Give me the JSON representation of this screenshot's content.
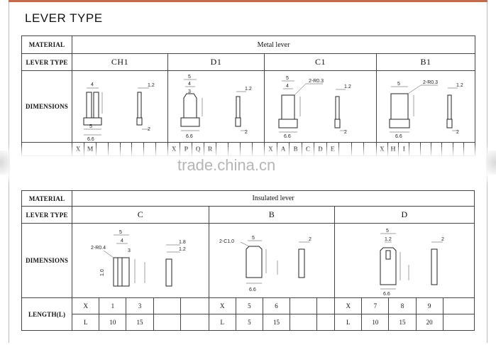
{
  "page_title": "LEVER TYPE",
  "watermark": "trade.china.cn",
  "top_table": {
    "material_label": "MATERIAL",
    "material_value": "Metal lever",
    "lever_type_label": "LEVER TYPE",
    "dimensions_label": "DIMENSIONS",
    "types": [
      "CH1",
      "D1",
      "C1",
      "B1"
    ],
    "codes": [
      [
        "X",
        "M",
        "",
        "",
        "",
        "",
        "",
        ""
      ],
      [
        "X",
        "P",
        "Q",
        "R",
        "",
        "",
        "",
        ""
      ],
      [
        "X",
        "A",
        "B",
        "C",
        "D",
        "E",
        "",
        "",
        ""
      ],
      [
        "X",
        "H",
        "I",
        "",
        "",
        "",
        "",
        "",
        ""
      ]
    ],
    "dims": {
      "ch1": {
        "a": "4",
        "b": "5",
        "c": "6.6",
        "d": "1.2",
        "e": "2"
      },
      "d1": {
        "a": "5",
        "b": "4",
        "c": "3",
        "d": "6.6",
        "e": "1.2",
        "f": "2"
      },
      "c1": {
        "a": "5",
        "b": "4",
        "r": "2-R0.3",
        "c": "6.6",
        "d": "1.2",
        "e": "2"
      },
      "b1": {
        "a": "5",
        "r": "2-R0.3",
        "c": "6.6",
        "d": "1.2",
        "e": "2"
      }
    }
  },
  "bottom_table": {
    "material_label": "MATERIAL",
    "material_value": "Insulated lever",
    "lever_type_label": "LEVER TYPE",
    "dimensions_label": "DIMENSIONS",
    "length_label": "LENGTH(L)",
    "types": [
      "C",
      "B",
      "D"
    ],
    "rows": {
      "c": {
        "x": [
          "X",
          "1",
          "3",
          "",
          ""
        ],
        "l": [
          "L",
          "10",
          "15",
          "",
          ""
        ]
      },
      "b": {
        "x": [
          "X",
          "5",
          "6",
          "",
          ""
        ],
        "l": [
          "L",
          "5",
          "15",
          "",
          ""
        ]
      },
      "d": {
        "x": [
          "X",
          "7",
          "8",
          "9",
          ""
        ],
        "l": [
          "L",
          "10",
          "15",
          "20",
          ""
        ]
      }
    },
    "dims": {
      "c": {
        "a": "5",
        "b": "4",
        "r": "2-R0.4",
        "c": "1.0",
        "d": "1.8",
        "e": "1.2",
        "f": "3"
      },
      "b": {
        "r": "2-C1.0",
        "a": "5",
        "c": "6.6",
        "d": "2"
      },
      "d": {
        "a": "5",
        "b": "1.2",
        "c": "6.6",
        "d": "2"
      }
    }
  }
}
